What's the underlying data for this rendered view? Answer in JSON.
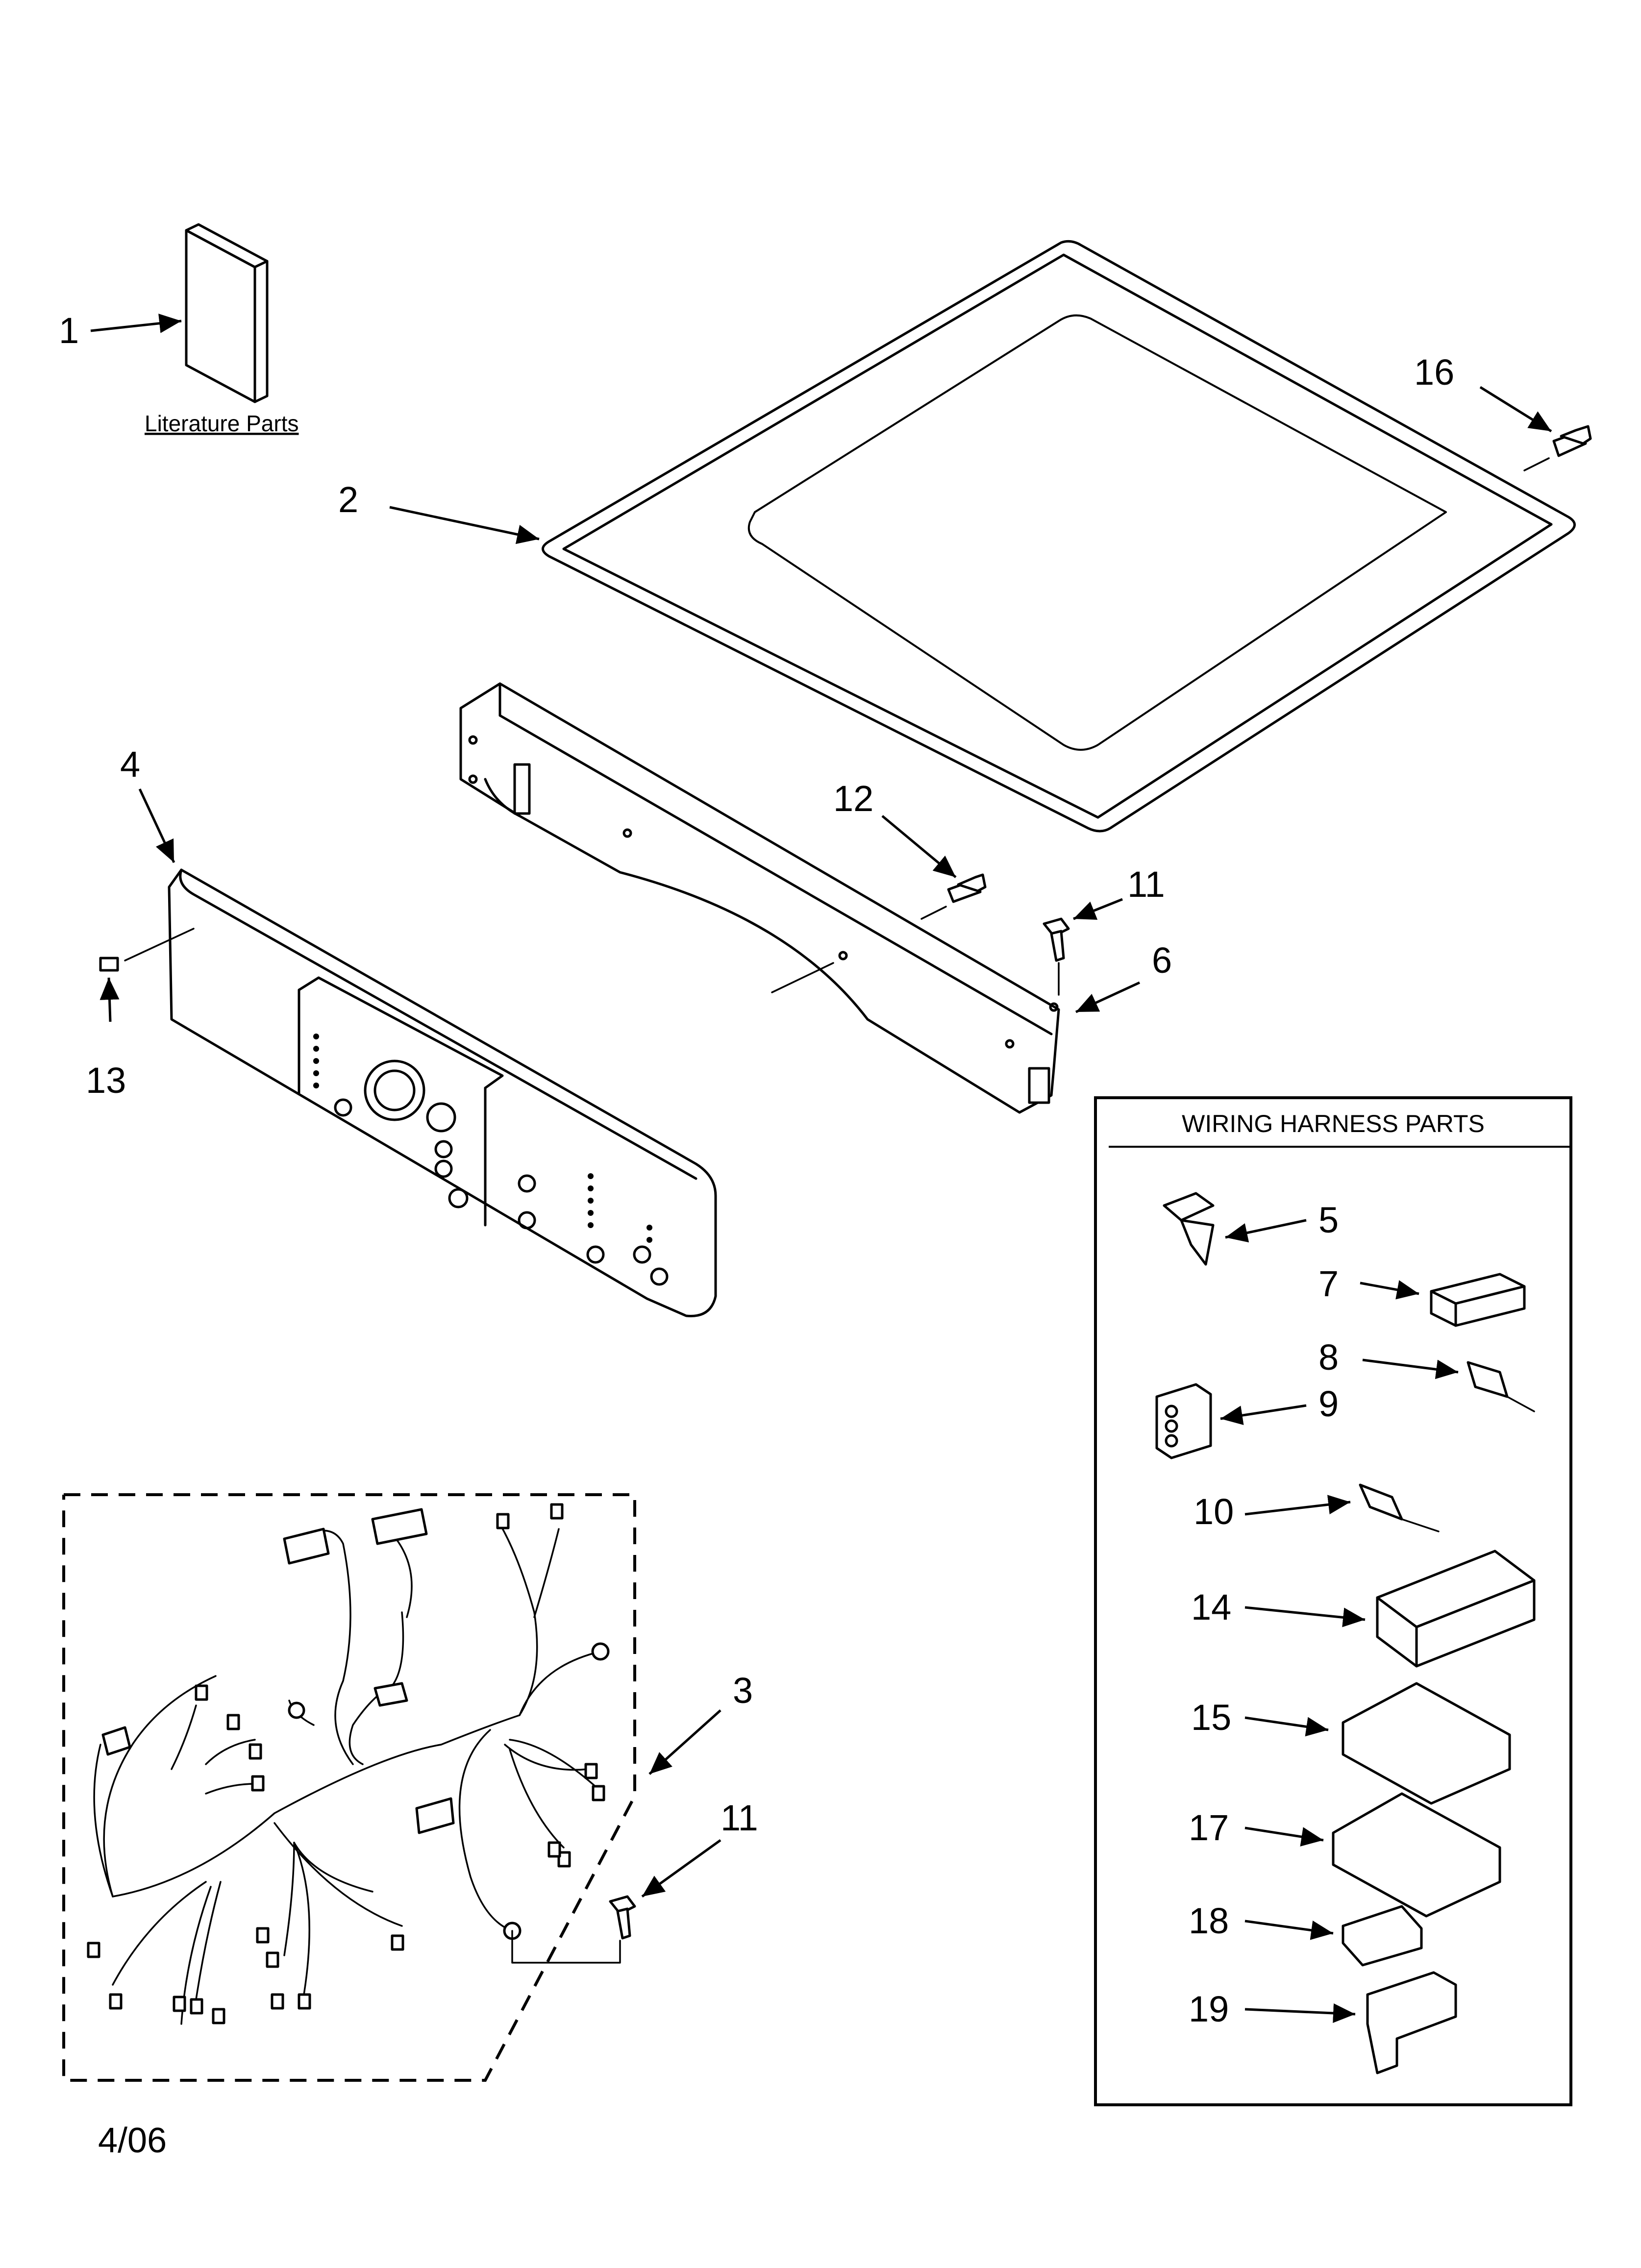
{
  "literature_label": "Literature Parts",
  "wiring_box_title": "WIRING HARNESS PARTS",
  "date_code": "4/06",
  "callouts": {
    "c1": "1",
    "c2": "2",
    "c3": "3",
    "c4": "4",
    "c6": "6",
    "c11a": "11",
    "c11b": "11",
    "c12": "12",
    "c13": "13",
    "c16": "16",
    "c5": "5",
    "c7": "7",
    "c8": "8",
    "c9": "9",
    "c10": "10",
    "c14": "14",
    "c15": "15",
    "c17": "17",
    "c18": "18",
    "c19": "19"
  }
}
